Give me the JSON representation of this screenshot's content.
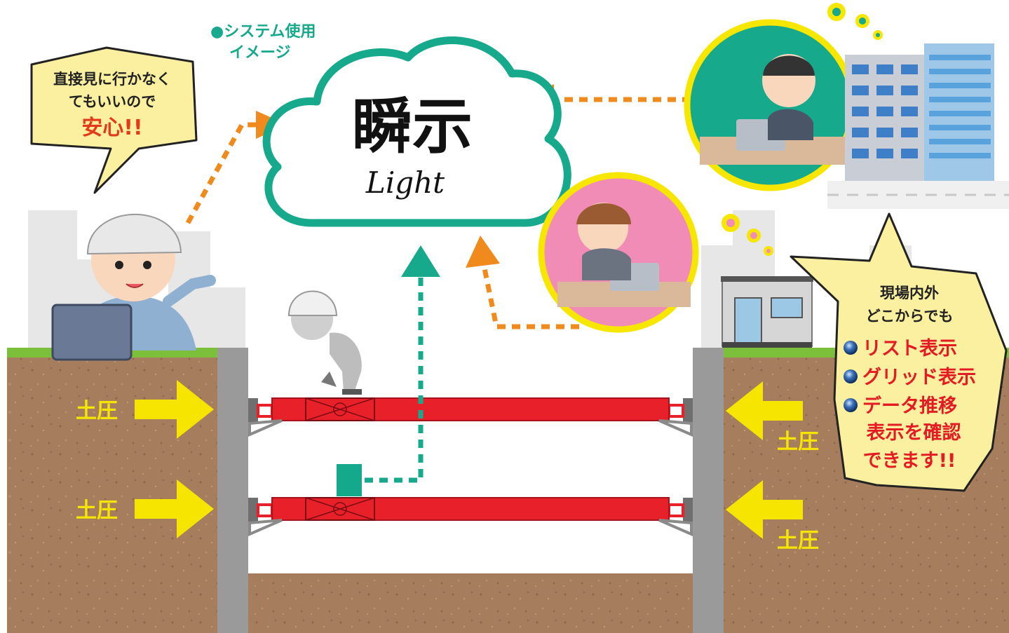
{
  "caption": {
    "line1": "●システム使用",
    "line2": "イメージ"
  },
  "cloud": {
    "brand_main": "瞬示",
    "brand_sub": "Light"
  },
  "worker_bubble": {
    "line1": "直接見に行かなく",
    "line2": "てもいいので",
    "highlight": "安心!!"
  },
  "office_bubble": {
    "line1": "現場内外",
    "line2": "どこからでも",
    "items": [
      "リスト表示",
      "グリッド表示",
      "データ推移"
    ],
    "line3": "表示を確認",
    "line4": "できます!!"
  },
  "earth_pressure": {
    "left_upper": "土圧",
    "left_lower": "土圧",
    "right_upper": "土圧",
    "right_lower": "土圧"
  },
  "colors": {
    "teal": "#16a98c",
    "orange": "#f08a1c",
    "yellow": "#f7e600",
    "red": "#e8202a",
    "soil": "#a57e5e",
    "grass": "#7cbf3a",
    "sky_buildings": "#e6e6e6",
    "bubble_fill": "#fbf0a0",
    "text_red": "#e41b22",
    "highlight_red": "#e33a1a"
  },
  "icons": {
    "bullet": "blue-orb-icon",
    "arrow": "yellow-arrow-icon"
  }
}
